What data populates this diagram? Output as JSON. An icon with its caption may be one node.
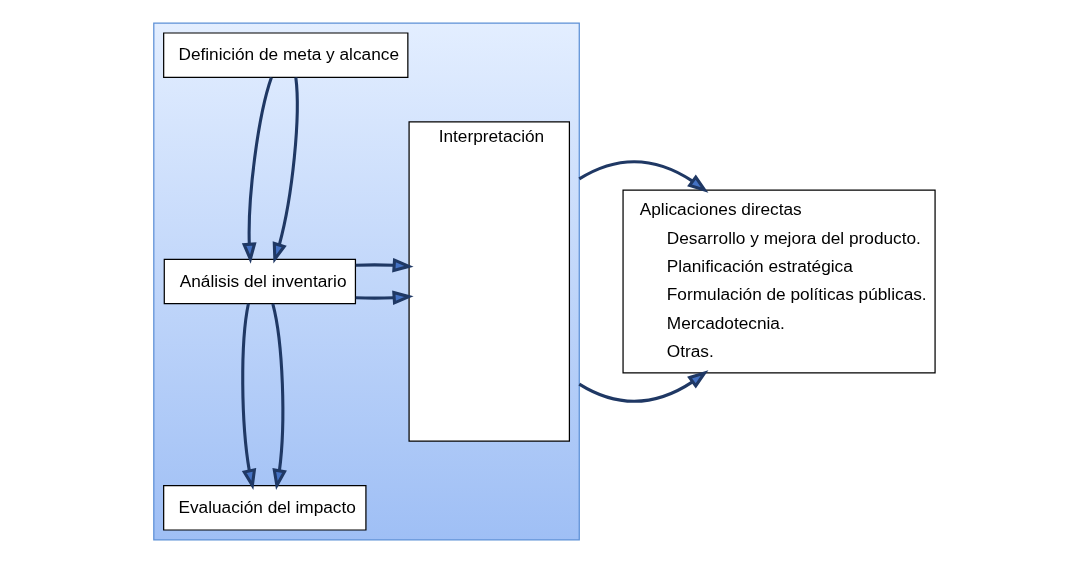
{
  "diagram": {
    "nodes": [
      {
        "text": [],
        "shape": "box"
      },
      {
        "text": [
          "Definición de meta y alcance"
        ],
        "in": 0
      },
      {
        "text": [
          "Análisis del inventario"
        ],
        "in": 0
      },
      {
        "text": [
          "Evaluación del impacto"
        ],
        "in": 0
      },
      {
        "text": [
          "Interpretación"
        ],
        "in": 0
      },
      {
        "text": [
          "Aplicaciones directas",
          "Desarrollo y mejora del producto.",
          "Planificación estratégica",
          "Formulación de políticas públicas.",
          "Mercadotecnia.",
          "Otras."
        ]
      }
    ],
    "edges": [
      {
        "from": 1,
        "to": 2,
        "arrow": "to"
      },
      {
        "from": 1,
        "to": 2,
        "arrow": "to"
      },
      {
        "from": 2,
        "to": 3,
        "arrow": "to"
      },
      {
        "from": 2,
        "to": 3,
        "arrow": "to"
      },
      {
        "from": 2,
        "to": 4,
        "arrow": "to"
      },
      {
        "from": 2,
        "to": 4,
        "arrow": "to"
      },
      {
        "from": 0,
        "to": 5,
        "arrow": "to"
      },
      {
        "from": 0,
        "to": 5,
        "arrow": "to"
      }
    ]
  }
}
